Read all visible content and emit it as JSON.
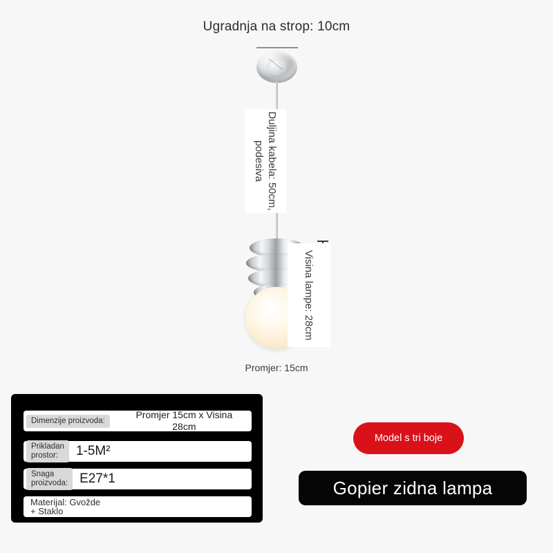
{
  "diagram": {
    "top_caption": "Ugradnja na strop: 10cm",
    "cord_label": "Duljina kabela:\n50cm, podesiva",
    "height_label": "Visina\nlampe: 28cm",
    "diameter_caption": "Promjer: 15cm"
  },
  "spec_panel": {
    "rows": [
      {
        "key": "Dimenzije proizvoda:",
        "value": "Promjer 15cm x Visina\n28cm"
      },
      {
        "key": "Prikladan\nprostor:",
        "value": "1-5M²"
      },
      {
        "key": "Snaga\nproizvoda:",
        "value": "E27*1"
      },
      {
        "key": "Materijal: Gvožde + Staklo",
        "value": ""
      }
    ]
  },
  "badges": {
    "red_pill": "Model s tri\nboje",
    "title_pill": "Gopier zidna lampa"
  },
  "colors": {
    "background": "#f7f7f7",
    "panel_black": "#000000",
    "red": "#d9121a",
    "text_dark": "#2b2b2b"
  }
}
